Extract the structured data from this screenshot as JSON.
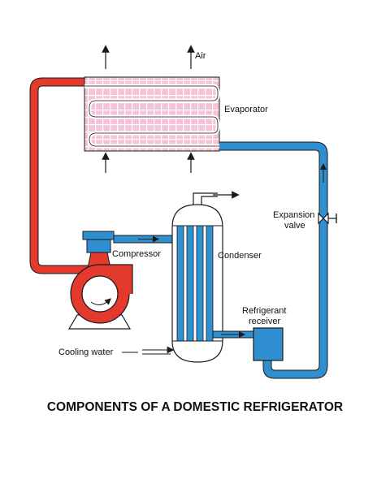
{
  "labels": {
    "air": "Air",
    "evaporator": "Evaporator",
    "expansion_valve_line1": "Expansion",
    "expansion_valve_line2": "valve",
    "compressor": "Compressor",
    "condenser": "Condenser",
    "receiver_line1": "Refrigerant",
    "receiver_line2": "receiver",
    "cooling_water": "Cooling water"
  },
  "title": "COMPONENTS OF A DOMESTIC REFRIGERATOR",
  "colors": {
    "hot_line": "#e33a2d",
    "cold_line": "#2f8fd0",
    "evaporator_grid": "#f0b6cf",
    "outline": "#1a1a1a"
  }
}
